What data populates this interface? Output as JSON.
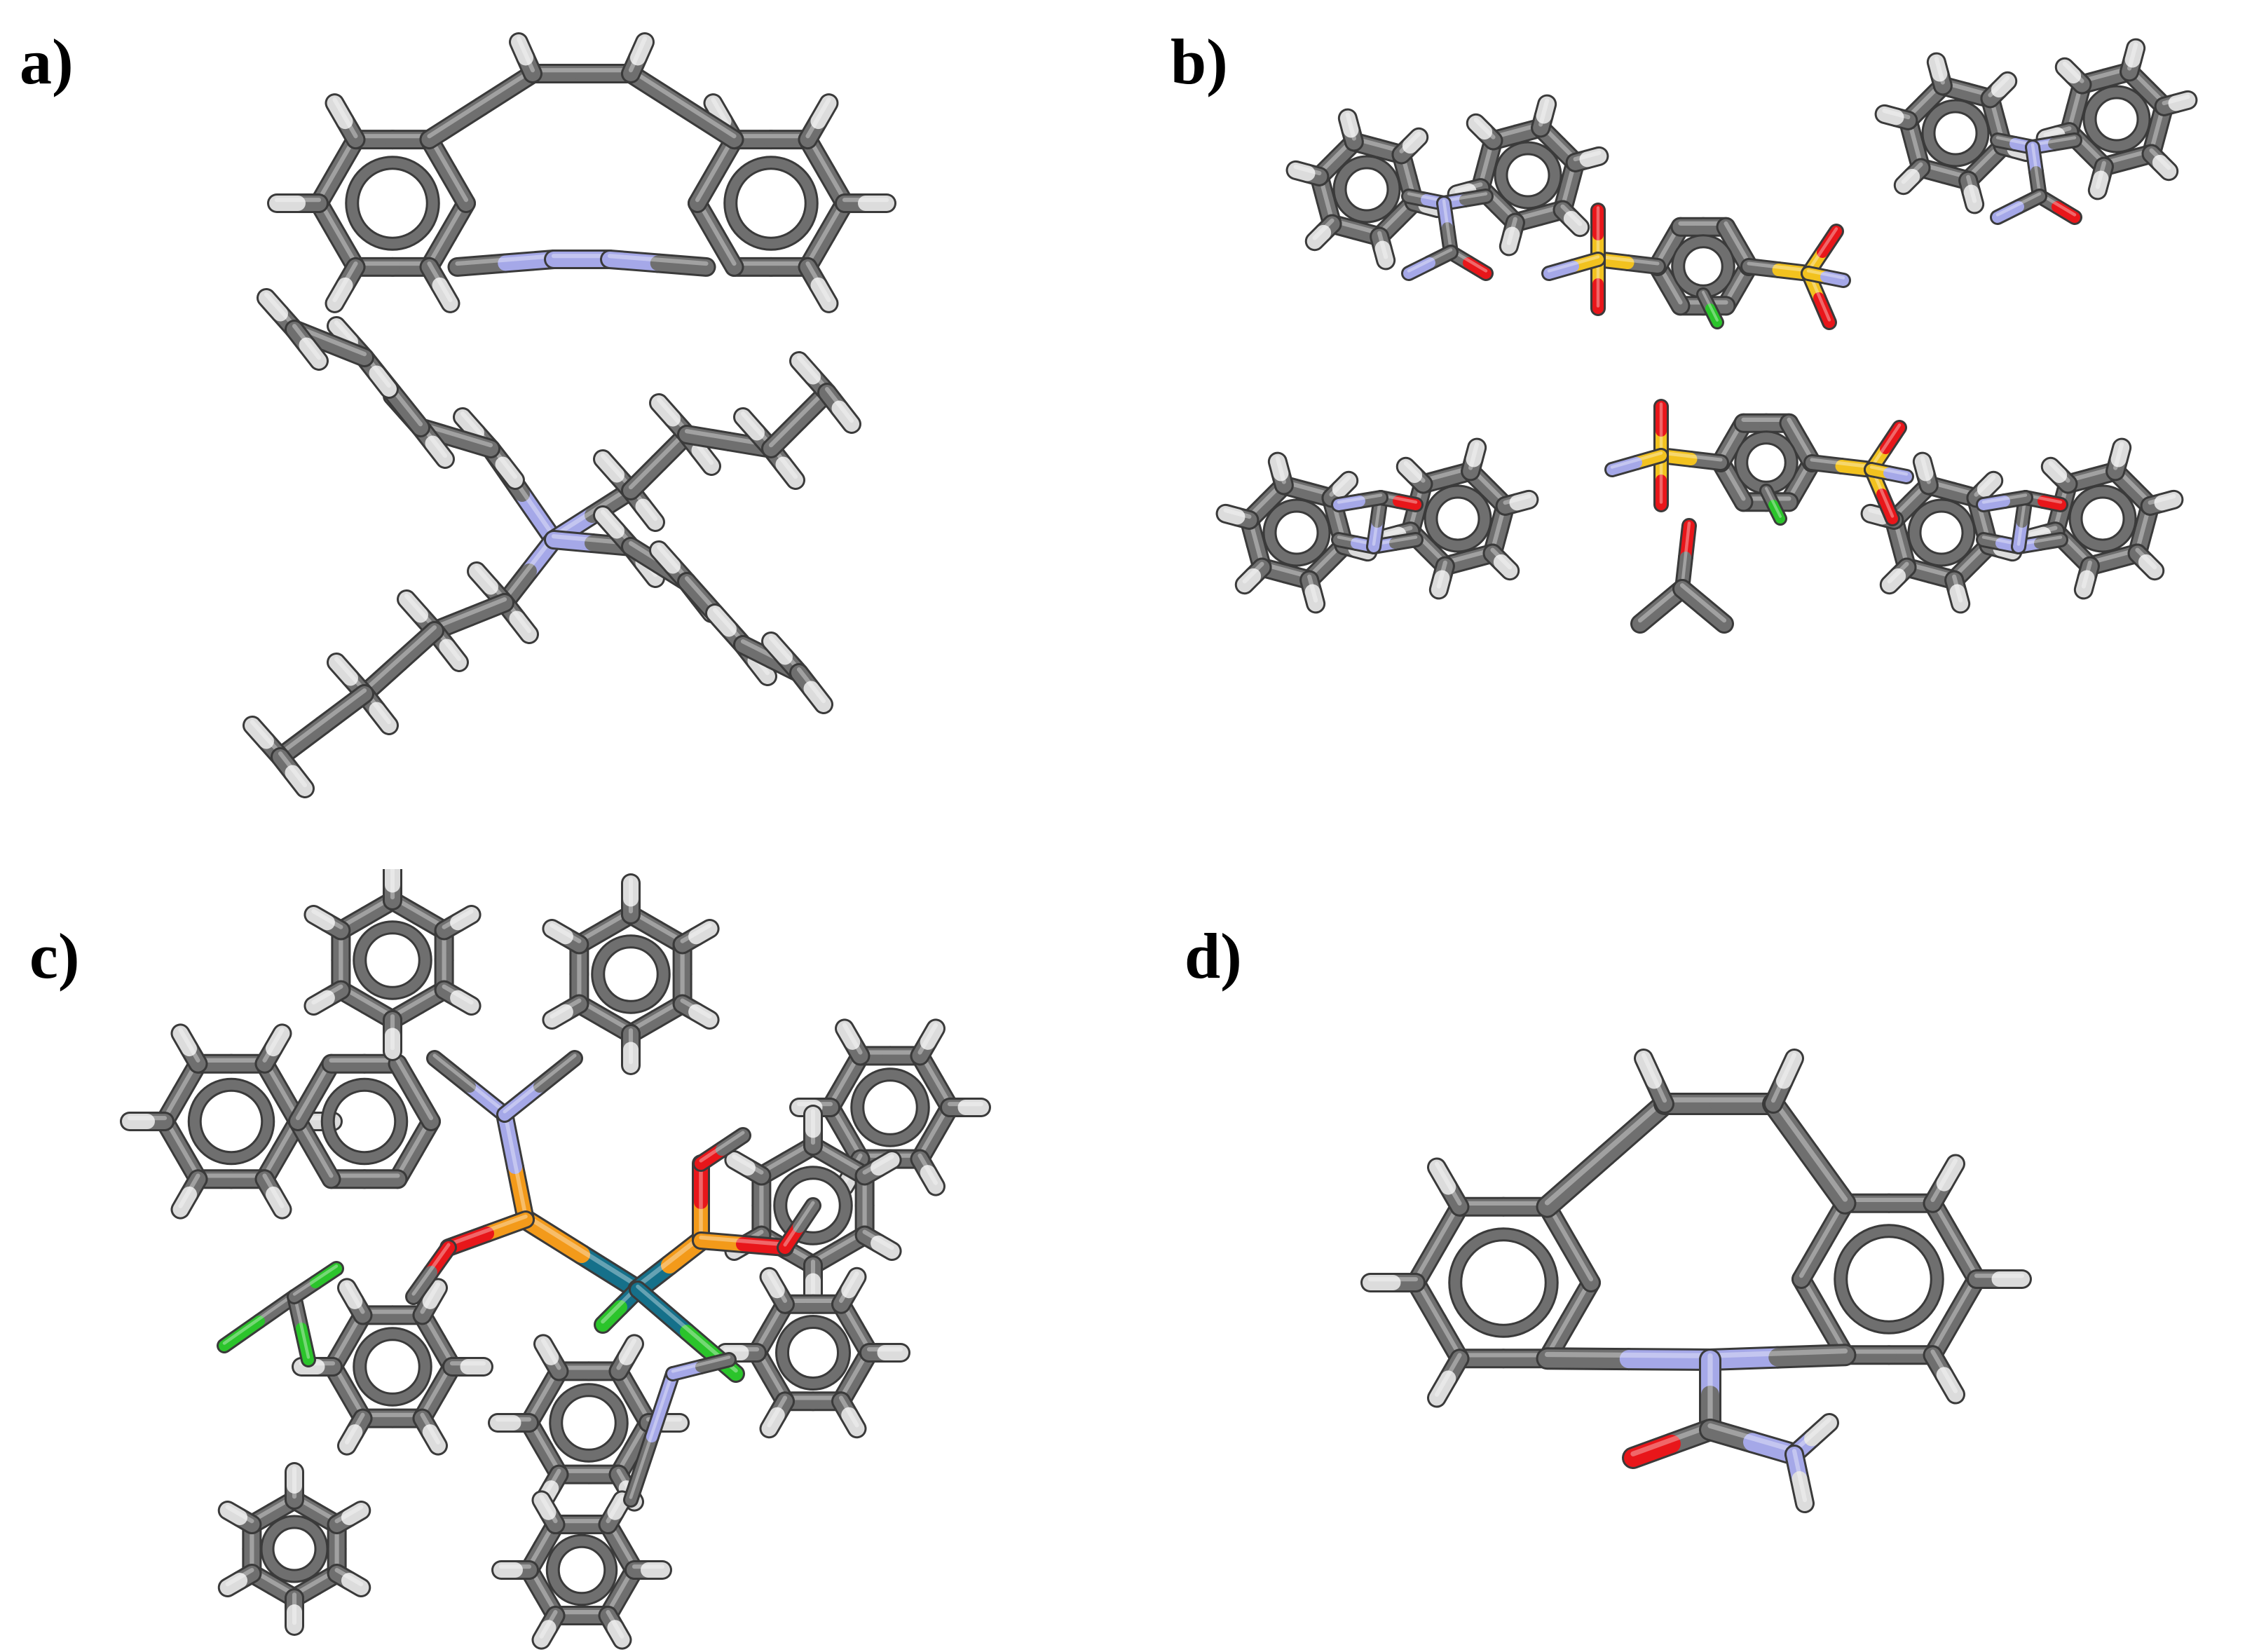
{
  "panels": {
    "a": {
      "label": "a)"
    },
    "b": {
      "label": "b)"
    },
    "c": {
      "label": "c)"
    },
    "d": {
      "label": "d)"
    }
  },
  "colors": {
    "carbon": "#6f6f6f",
    "hydrogen": "#dcdcdc",
    "nitrogen": "#a5a8e8",
    "oxygen": "#e8161a",
    "sulfur": "#f2c21f",
    "chlorine": "#2bc42b",
    "phosphorus": "#f39a1a",
    "metal": "#15708a"
  }
}
